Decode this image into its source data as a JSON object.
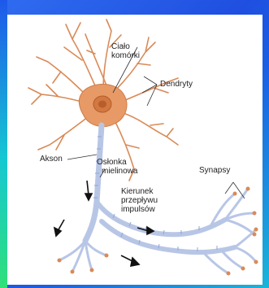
{
  "labels": {
    "cell_body": [
      "Ciało",
      "komórki"
    ],
    "dendrites": "Dendryty",
    "axon": "Akson",
    "myelin": [
      "Osłonka",
      "mielinowa"
    ],
    "synapses": "Synapsy",
    "impulse_direction": [
      "Kierunek",
      "przepływu",
      "impulsów"
    ]
  },
  "colors": {
    "frame": "#2f6cf0",
    "dendrite": "#d98a57",
    "cell_body": "#e79a66",
    "nucleus": "#c86a35",
    "axon": "#b8c6e6",
    "myelin_stroke": "#8ea6d6",
    "arrow": "#111111"
  }
}
